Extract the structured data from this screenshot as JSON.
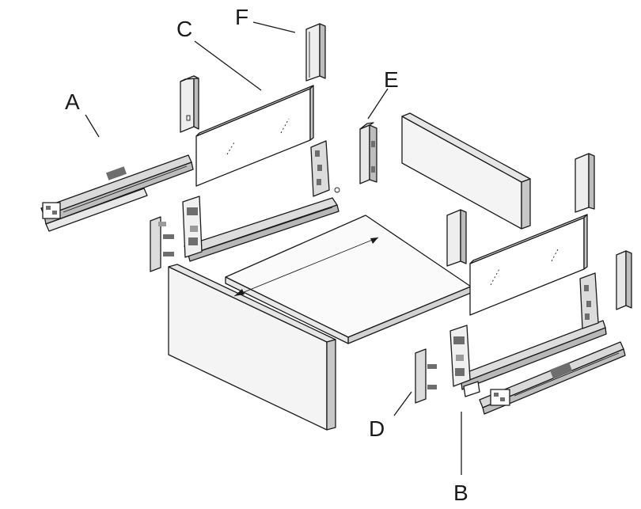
{
  "labels": {
    "a": "A",
    "b": "B",
    "c": "C",
    "d": "D",
    "e": "E",
    "f": "F"
  },
  "colors": {
    "line": "#1a1a1a",
    "panel_face": "#f4f4f4",
    "panel_edge": "#c8c8c8",
    "metal": "#d9d9d9",
    "metal_dark": "#6e6e6e",
    "background": "#ffffff"
  }
}
